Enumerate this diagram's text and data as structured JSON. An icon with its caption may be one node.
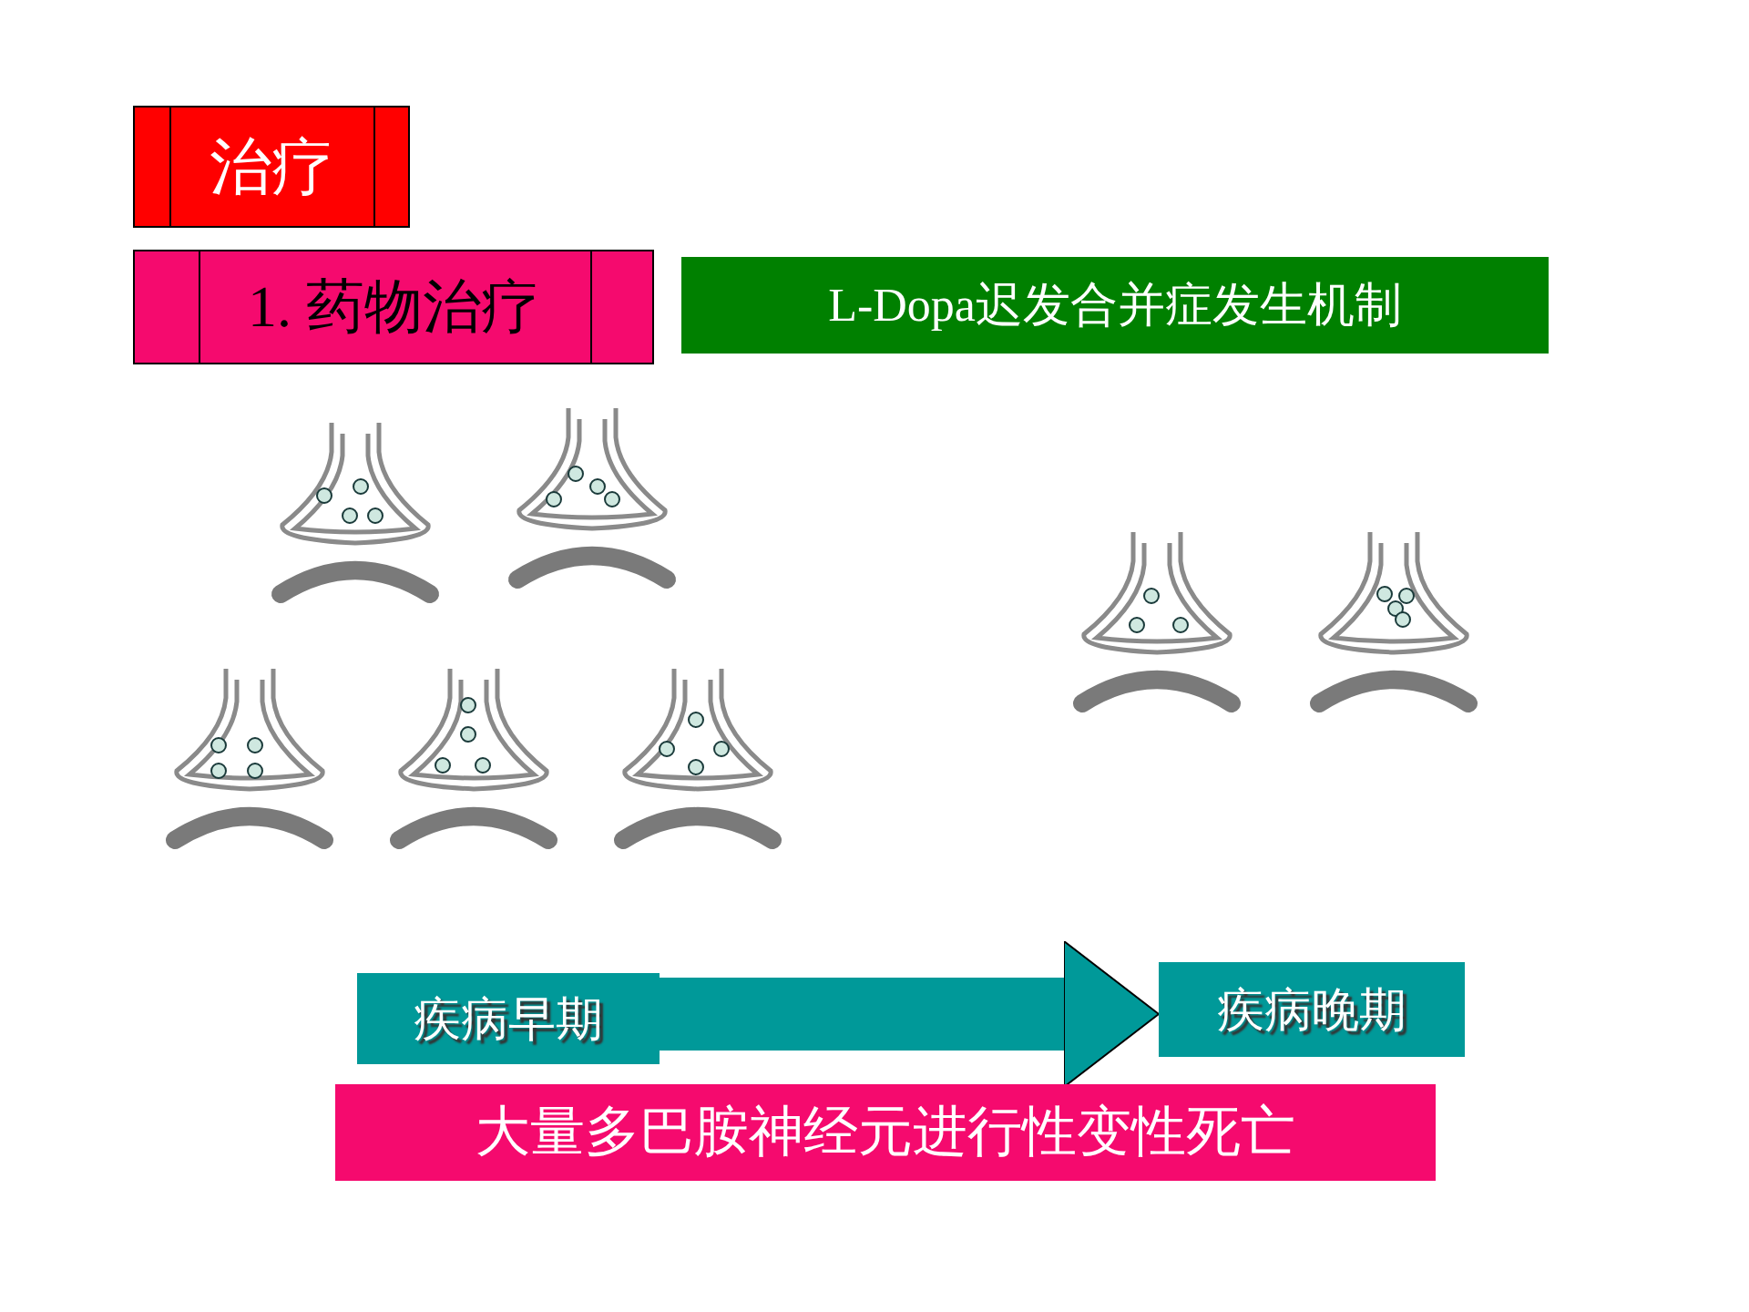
{
  "diagram": {
    "nodes": [
      {
        "text": [
          "治疗"
        ]
      },
      {
        "text": [
          "1. 药物治疗"
        ]
      },
      {
        "text": [
          "L-Dopa迟发合并症发生机制"
        ]
      },
      {
        "text": [
          "疾病早期"
        ]
      },
      {
        "text": [
          "疾病晚期"
        ]
      },
      {
        "text": [
          "大量多巴胺神经元进行性变性死亡"
        ]
      }
    ],
    "edges": [
      {
        "from": 3,
        "to": 4,
        "arrow": "to"
      }
    ]
  }
}
